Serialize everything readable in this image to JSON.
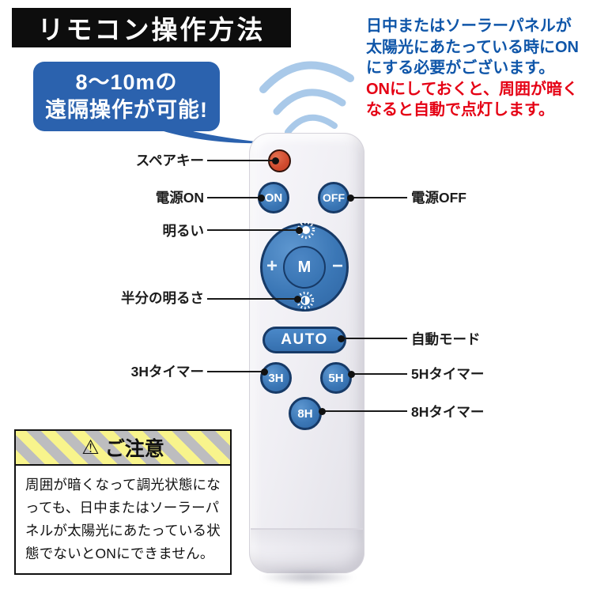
{
  "header": {
    "title": "リモコン操作方法"
  },
  "bubble": {
    "line1": "8〜10mの",
    "line2": "遠隔操作が可能!"
  },
  "note": {
    "blue": [
      "日中またはソーラーパネルが",
      "太陽光にあたっている時にON",
      "にする必要がございます。"
    ],
    "red": [
      "ONにしておくと、周囲が暗く",
      "なると自動で点灯します。"
    ]
  },
  "remote": {
    "power_on": "ON",
    "power_off": "OFF",
    "mode": "M",
    "plus": "+",
    "minus": "−",
    "auto": "AUTO",
    "timer3": "3H",
    "timer5": "5H",
    "timer8": "8H"
  },
  "callouts": {
    "left": [
      "スペアキー",
      "電源ON",
      "明るい",
      "半分の明るさ",
      "3Hタイマー"
    ],
    "right": [
      "電源OFF",
      "自動モード",
      "5Hタイマー",
      "8Hタイマー"
    ]
  },
  "caution": {
    "icon": "⚠",
    "title": "ご注意",
    "body": "周囲が暗くなって調光状態になっても、日中またはソーラーパネルが太陽光にあたっている状態でないとONにできません。"
  },
  "colors": {
    "banner_bg": "#0d0d0d",
    "bubble_blue": "#2b62ae",
    "note_blue": "#0f56a9",
    "note_red": "#e50014",
    "button_blue": "#3b77b6",
    "button_outline": "#173a67",
    "spare_red": "#d04a2e",
    "wave_blue": "#a9c9e9",
    "caution_yellow": "#f8f48c",
    "caution_gray": "#bdbdbf"
  }
}
